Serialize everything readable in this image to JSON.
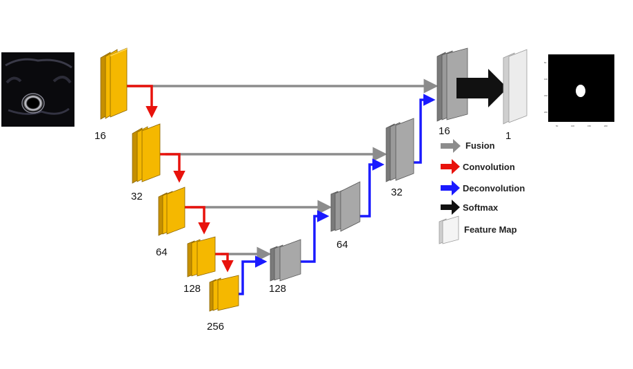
{
  "diagram": {
    "encoder_labels": [
      "16",
      "32",
      "64",
      "128",
      "256"
    ],
    "decoder_labels": [
      "128",
      "64",
      "32",
      "16"
    ],
    "output_label": "1",
    "legend": {
      "fusion": "Fusion",
      "convolution": "Convolution",
      "deconvolution": "Deconvolution",
      "softmax": "Softmax",
      "feature_map": "Feature Map"
    },
    "colors": {
      "encoder": "#f5b800",
      "decoder": "#9a9a9a",
      "output": "#e0e0e0",
      "fusion": "#8c8c8c",
      "convolution": "#e8120c",
      "deconvolution": "#1a1aff",
      "softmax": "#111111"
    }
  }
}
